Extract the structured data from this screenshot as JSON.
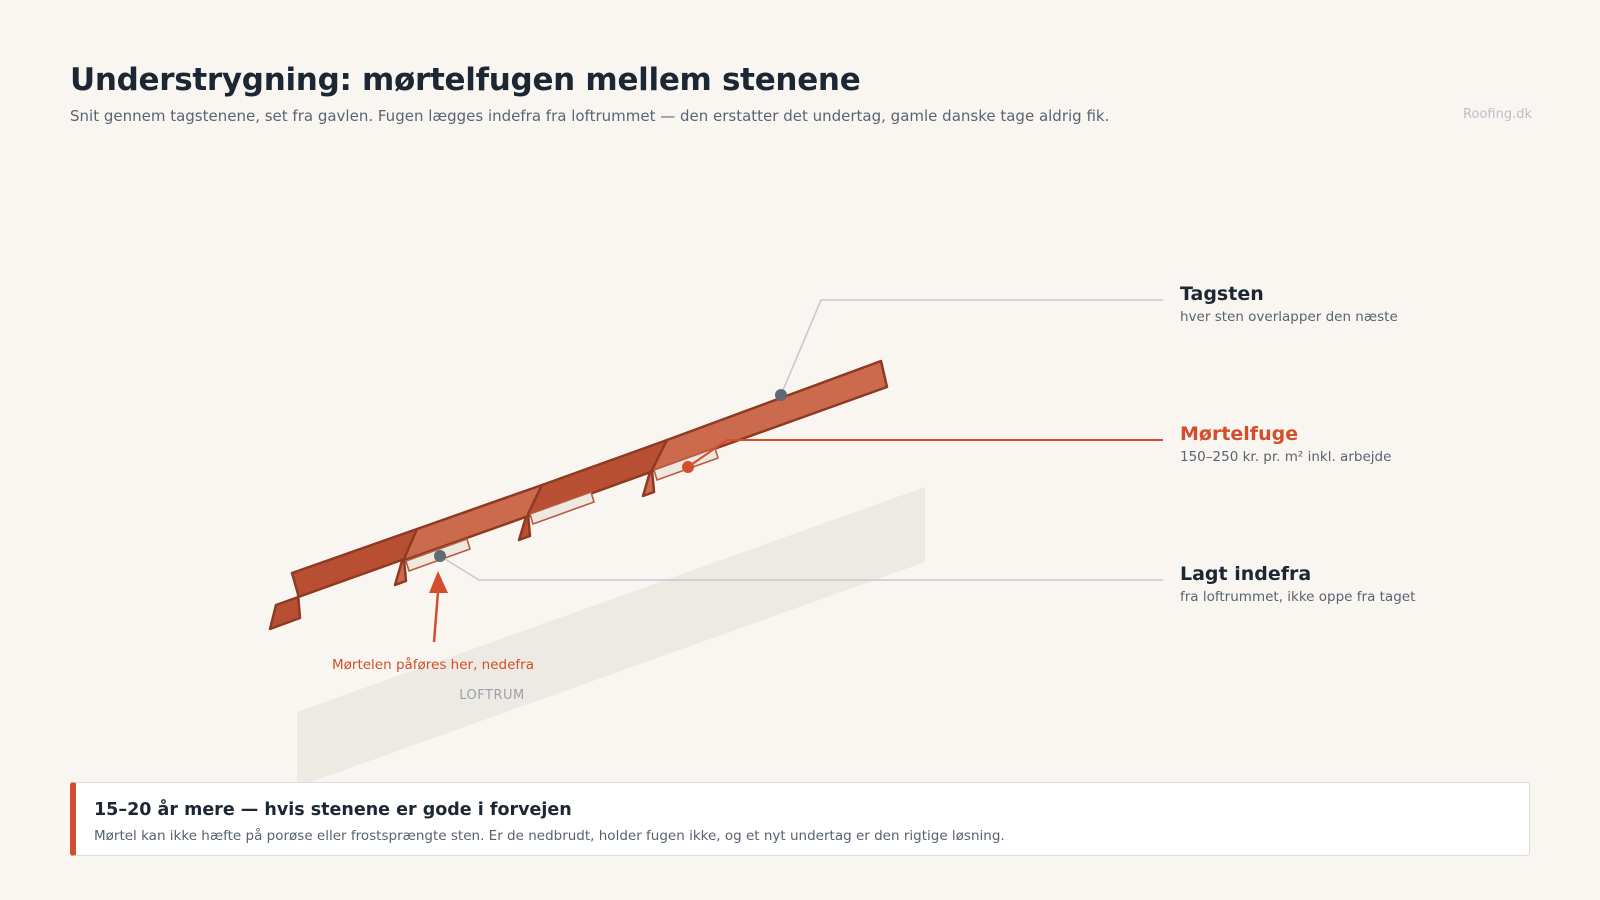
{
  "header": {
    "title": "Understrygning: mørtelfugen mellem stenene",
    "subtitle": "Snit gennem tagstenene, set fra gavlen. Fugen lægges indefra fra loftrummet — den erstatter det undertag, gamle danske tage aldrig fik.",
    "brand": "Roofing.dk"
  },
  "diagram": {
    "callouts": [
      {
        "title": "Tagsten",
        "subtitle": "hver sten overlapper den næste"
      },
      {
        "title": "Mørtelfuge",
        "subtitle": "150–250 kr. pr. m² inkl. arbejde"
      },
      {
        "title": "Lagt indefra",
        "subtitle": "fra loftrummet, ikke oppe fra taget"
      }
    ],
    "arrow_label": "Mørtelen påføres her, nedefra",
    "attic_label": "LOFTRUM"
  },
  "colors": {
    "accent": "#d24e2c",
    "tile_light": "#cc6a4d",
    "tile_dark": "#b84f33",
    "tile_stroke": "#8e3a22",
    "mortar": "#efe8df",
    "heading": "#1d2733",
    "leader": "#c4c9cf",
    "dot": "#5f6a76",
    "attic": "#ede9e3"
  },
  "note": {
    "title": "15–20 år mere — hvis stenene er gode i forvejen",
    "text": "Mørtel kan ikke hæfte på porøse eller frostsprængte sten. Er de nedbrudt, holder fugen ikke, og et nyt undertag er den rigtige løsning."
  }
}
